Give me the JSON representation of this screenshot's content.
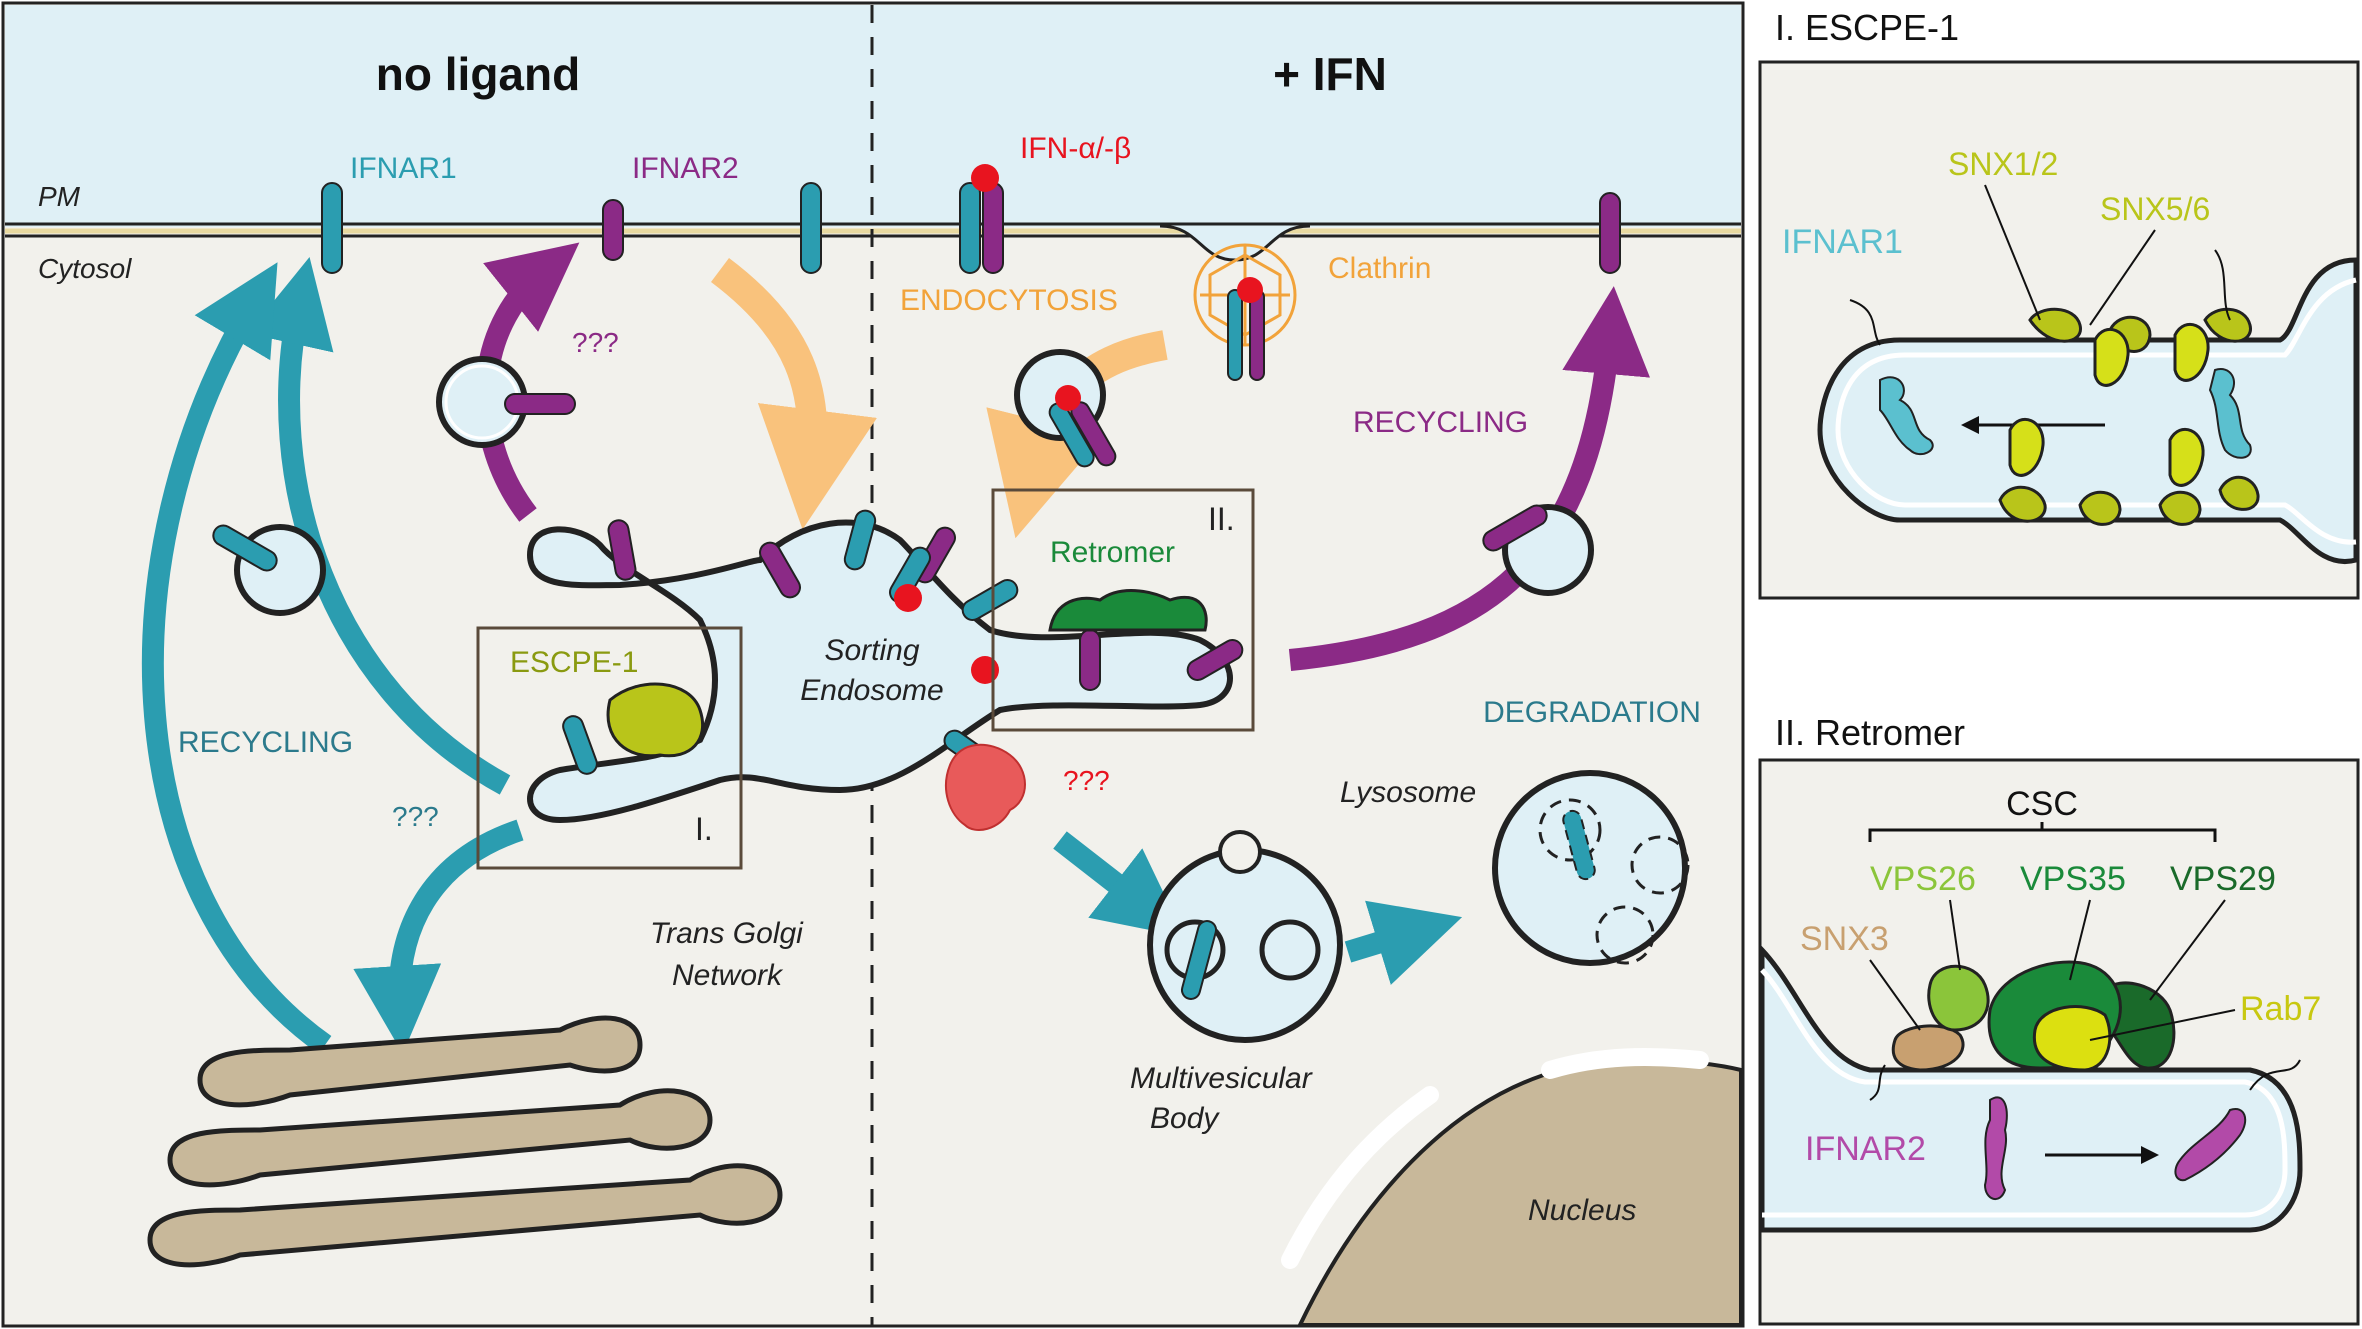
{
  "main": {
    "titles": {
      "left": "no ligand",
      "right": "+ IFN"
    },
    "membrane": {
      "pm": "PM",
      "cytosol": "Cytosol"
    },
    "labels": {
      "ifnar1": "IFNAR1",
      "ifnar2": "IFNAR2",
      "ifn": "IFN-α/-β",
      "endocytosis": "ENDOCYTOSIS",
      "clathrin": "Clathrin",
      "recycling_right": "RECYCLING",
      "recycling_left": "RECYCLING",
      "unknown_purple": "???",
      "unknown_teal": "???",
      "unknown_red": "???",
      "retromer": "Retromer",
      "box2": "II.",
      "escpe1": "ESCPE-1",
      "box1": "I.",
      "sorting_endosome_1": "Sorting",
      "sorting_endosome_2": "Endosome",
      "degradation": "DEGRADATION",
      "lysosome": "Lysosome",
      "tgn_1": "Trans Golgi",
      "tgn_2": "Network",
      "mvb_1": "Multivesicular",
      "mvb_2": "Body",
      "nucleus": "Nucleus"
    }
  },
  "panel1": {
    "title": "I. ESCPE-1",
    "snx12": "SNX1/2",
    "snx56": "SNX5/6",
    "ifnar1": "IFNAR1"
  },
  "panel2": {
    "title": "II. Retromer",
    "csc": "CSC",
    "vps26": "VPS26",
    "vps35": "VPS35",
    "vps29": "VPS29",
    "snx3": "SNX3",
    "rab7": "Rab7",
    "ifnar2": "IFNAR2"
  },
  "colors": {
    "teal": "#2b9db0",
    "purple": "#8b2a86",
    "orange": "#f9c27c",
    "red": "#e8141f",
    "green_dark": "#1a8a3a",
    "olive": "#b9c51a",
    "golgi": "#c8b89a",
    "bg_extracellular": "#dff0f6",
    "bg_cytosol": "#f2f1ec"
  }
}
